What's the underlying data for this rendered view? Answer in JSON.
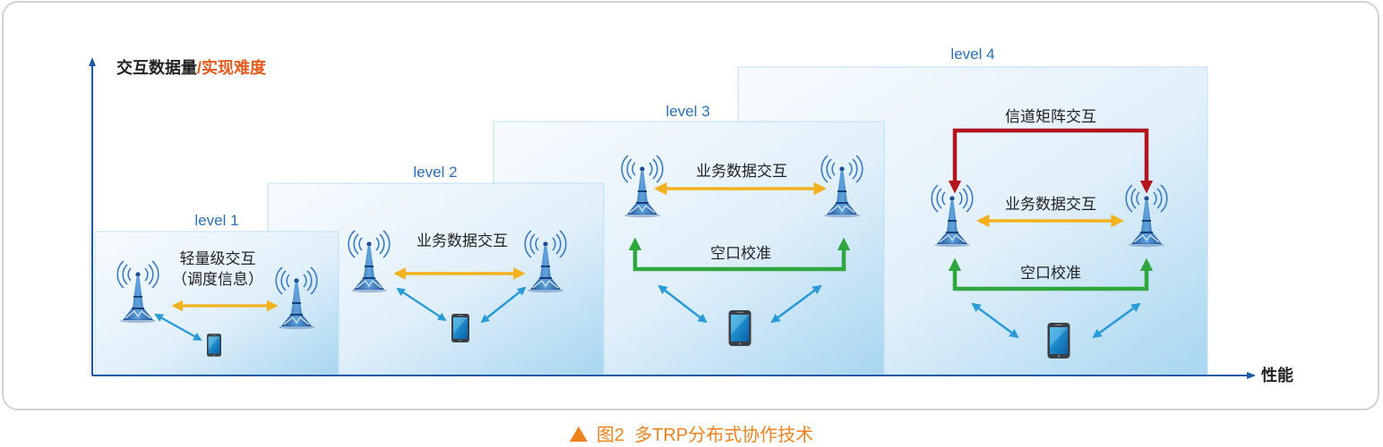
{
  "y_axis": {
    "part1": "交互数据量",
    "separator": "/",
    "part2": "实现难度"
  },
  "x_axis": {
    "label": "性能"
  },
  "levels": [
    {
      "label": "level 1",
      "text1": "轻量级交互",
      "text2": "（调度信息）"
    },
    {
      "label": "level 2",
      "text1": "业务数据交互"
    },
    {
      "label": "level 3",
      "text1": "业务数据交互",
      "text2": "空口校准"
    },
    {
      "label": "level 4",
      "text1": "信道矩阵交互",
      "text2": "业务数据交互",
      "text3": "空口校准"
    }
  ],
  "caption": {
    "fig": "图2",
    "text": "多TRP分布式协作技术"
  },
  "colors": {
    "orange_arrow": "#f3b11f",
    "blue_arrow": "#2b9bd8",
    "green_arrow": "#2fa63e",
    "red_arrow": "#b3151f",
    "level_label": "#2a71b7",
    "emphasis": "#e65a1d",
    "caption": "#f0821e"
  }
}
